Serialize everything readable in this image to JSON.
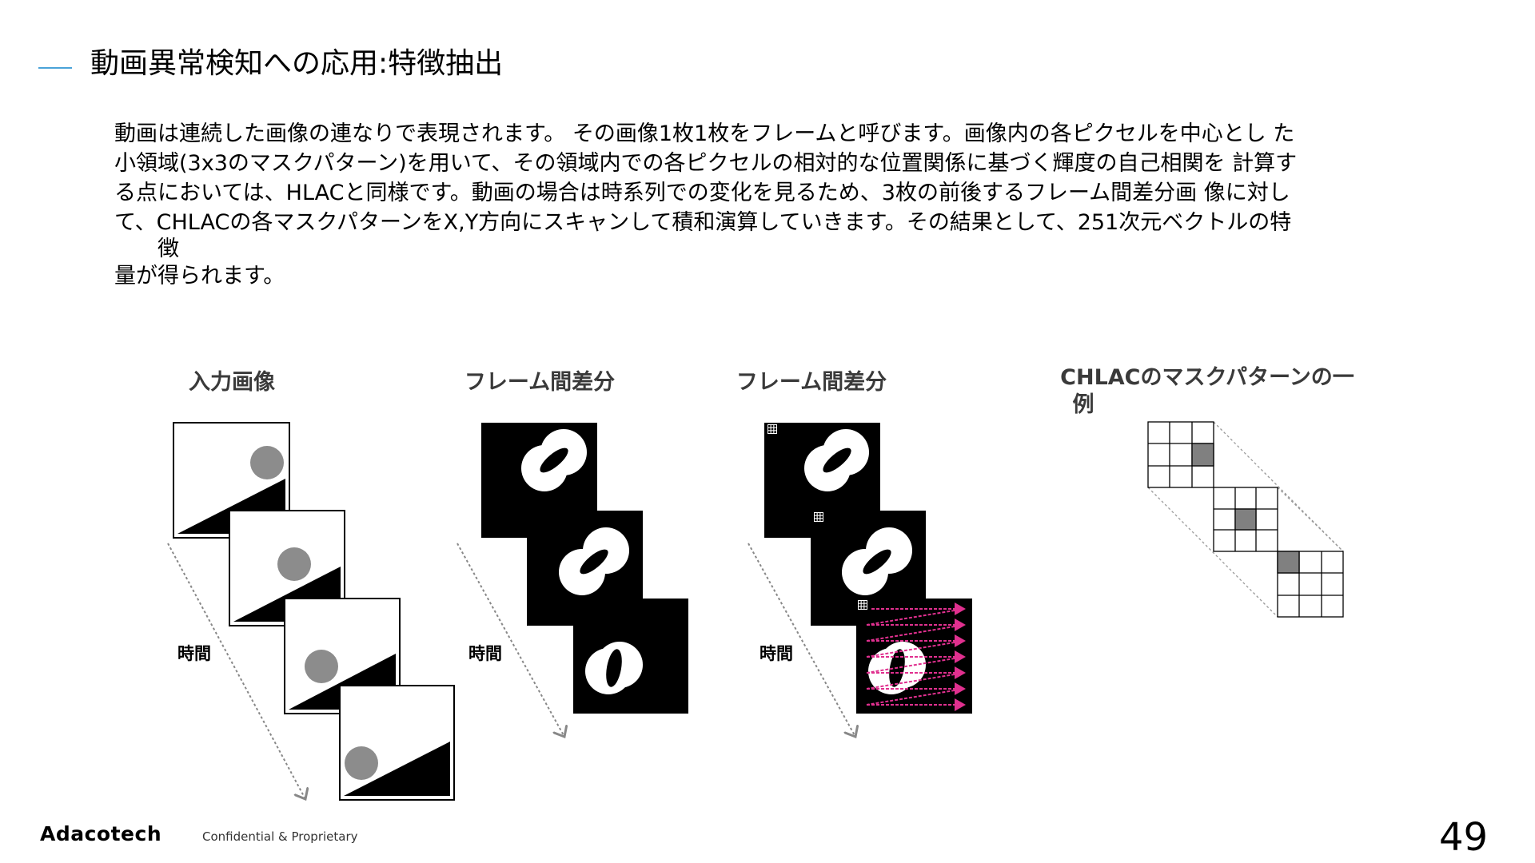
{
  "title": "動画異常検知への応用:特徴抽出",
  "body_lines": [
    "動画は連続した画像の連なりで表現されます。 その画像1枚1枚をフレームと呼びます。画像内の各ピクセルを中心とし た",
    "小領域(3x3のマスクパターン)を用いて、その領域内での各ピクセルの相対的な位置関係に基づく輝度の自己相関を 計算す",
    "る点においては、HLACと同様です。動画の場合は時系列での変化を見るため、3枚の前後するフレーム間差分画 像に対し",
    "て、CHLACの各マスクパターンをX,Y方向にスキャンして積和演算していきます。その結果として、251次元ベクトルの特",
    "　　徴",
    "量が得られます。"
  ],
  "figures": {
    "input_label": "入力画像",
    "diff_label_1": "フレーム間差分",
    "diff_label_2": "フレーム間差分",
    "mask_label_line1": "CHLACのマスクパターンの一",
    "mask_label_line2": "例",
    "time_label_1": "時間",
    "time_label_2": "時間",
    "time_label_3": "時間"
  },
  "colors": {
    "accent_line": "#4aa3d8",
    "scan_arrows": "#e0308f",
    "mask_highlight": "#808080"
  },
  "footer": {
    "logo": "Adacotech",
    "confidential": "Confidential & Proprietary",
    "page_number": "49"
  }
}
